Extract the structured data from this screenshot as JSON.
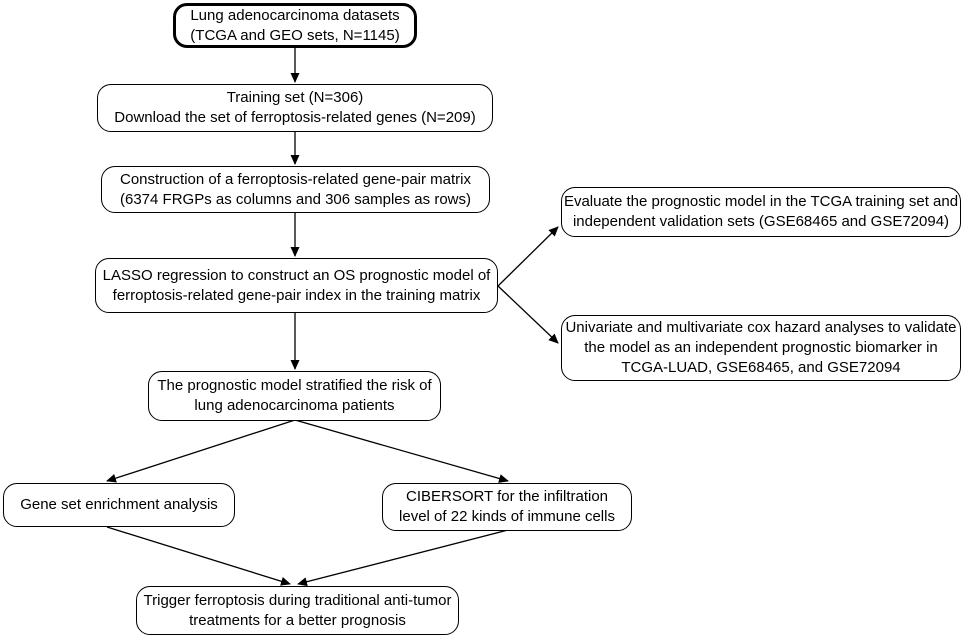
{
  "nodes": {
    "datasets": {
      "lines": [
        "Lung adenocarcinoma datasets",
        "(TCGA and GEO sets, N=1145)"
      ]
    },
    "training": {
      "lines": [
        "Training set (N=306)",
        "Download the set of ferroptosis-related genes (N=209)"
      ]
    },
    "matrix": {
      "lines": [
        "Construction of a ferroptosis-related gene-pair matrix",
        "(6374 FRGPs as columns and 306 samples as rows)"
      ]
    },
    "lasso": {
      "lines": [
        "LASSO regression to construct an OS prognostic model of",
        "ferroptosis-related gene-pair index in the training matrix"
      ]
    },
    "evaluate": {
      "lines": [
        "Evaluate the prognostic model in the TCGA training set and",
        "independent validation sets (GSE68465 and GSE72094)"
      ]
    },
    "cox": {
      "lines": [
        "Univariate and multivariate cox hazard analyses to validate",
        "the model as an independent prognostic biomarker in",
        "TCGA-LUAD, GSE68465, and GSE72094"
      ]
    },
    "stratify": {
      "lines": [
        "The prognostic model stratified the risk of",
        "lung adenocarcinoma patients"
      ]
    },
    "gsea": {
      "lines": [
        "Gene set enrichment analysis"
      ]
    },
    "cibersort": {
      "lines": [
        "CIBERSORT for the infiltration",
        "level of 22 kinds of immune cells"
      ]
    },
    "trigger": {
      "lines": [
        "Trigger ferroptosis during traditional anti-tumor",
        "treatments for a better prognosis"
      ]
    }
  }
}
